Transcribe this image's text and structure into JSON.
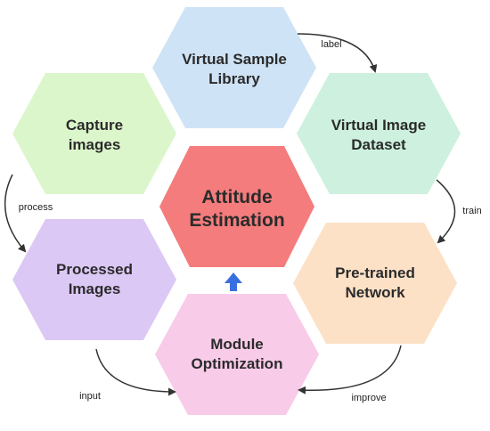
{
  "nodes": {
    "virtual_sample_library": {
      "line1": "Virtual Sample",
      "line2": "Library",
      "fill": "#cfe3f6"
    },
    "virtual_image_dataset": {
      "line1": "Virtual Image",
      "line2": "Dataset",
      "fill": "#cdf1de"
    },
    "pretrained_network": {
      "line1": "Pre-trained",
      "line2": "Network",
      "fill": "#fde1c7"
    },
    "module_optimization": {
      "line1": "Module",
      "line2": "Optimization",
      "fill": "#f8cbe8"
    },
    "processed_images": {
      "line1": "Processed",
      "line2": "Images",
      "fill": "#dcc8f5"
    },
    "capture_images": {
      "line1": "Capture",
      "line2": "images",
      "fill": "#dcf6cc"
    },
    "attitude_estimation": {
      "line1": "Attitude",
      "line2": "Estimation",
      "fill": "#f47c7c"
    }
  },
  "edges": {
    "label": "label",
    "train": "train",
    "improve": "improve",
    "input": "input",
    "process": "process"
  },
  "colors": {
    "arrow": "#333333",
    "center_arrow": "#3a6fe0"
  }
}
